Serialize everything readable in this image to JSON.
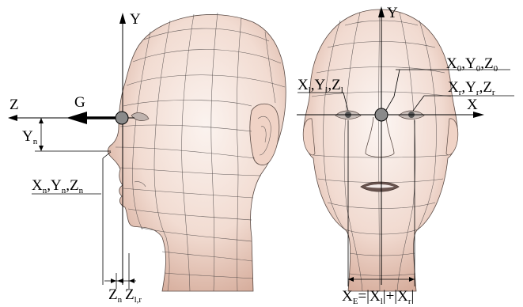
{
  "labels": {
    "side_y_axis": "Y",
    "side_z_axis": "Z",
    "gaze": "G",
    "nose_height": {
      "main": "Y",
      "sub": "n"
    },
    "nose_point": {
      "p1": "X",
      "s1": "n",
      "p2": ",Y",
      "s2": "n",
      "p3": ",Z",
      "s3": "n"
    },
    "zn": {
      "main": "Z",
      "sub": "n"
    },
    "zlr": {
      "main": "Z",
      "sub": "l,r"
    },
    "front_y_axis": "Y",
    "front_x_axis": "X",
    "center_point": {
      "p1": "X",
      "s1": "0",
      "p2": ",Y",
      "s2": "0",
      "p3": ",Z",
      "s3": "0"
    },
    "left_eye": {
      "p1": "X",
      "s1": "l",
      "p2": ",Y",
      "s2": "l",
      "p3": ",Z",
      "s3": "l"
    },
    "right_eye": {
      "p1": "X",
      "s1": "r",
      "p2": ",Y",
      "s2": "r",
      "p3": ",Z",
      "s3": "r"
    },
    "eye_distance": {
      "p1": "X",
      "s1": "E",
      "p2": "=|X",
      "s2": "l",
      "p3": "|+|X",
      "s3": "r",
      "p4": "|"
    }
  },
  "colors": {
    "skin_light": "#fbf3ef",
    "skin_mid": "#f0d9cf",
    "skin_shadow": "#d9b3a3",
    "marker": "#8a8a8a"
  },
  "icons": [
    "side-head-model",
    "front-head-model",
    "gaze-arrow"
  ]
}
